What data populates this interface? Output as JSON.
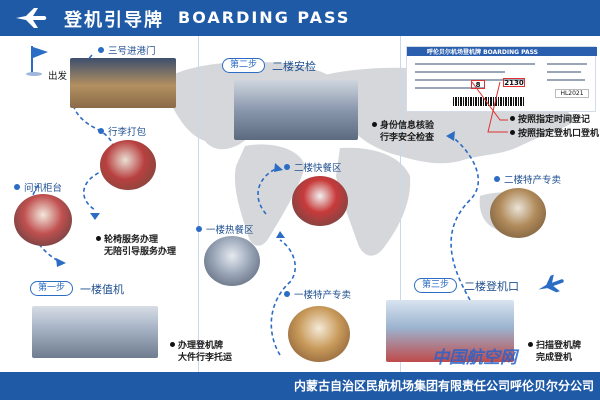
{
  "header": {
    "title_cn": "登机引导牌",
    "title_en": "BOARDING PASS"
  },
  "colors": {
    "brand_blue": "#1f5aa6",
    "accent_blue": "#2b6cc4",
    "map_gray": "#d5d7da",
    "callout_red": "#d33"
  },
  "flow": {
    "departure": "出发",
    "entrance": "三号进港门",
    "baggage_wrap": "行李打包",
    "info_desk": "问讯柜台",
    "wheelchair_lines": [
      "轮椅服务办理",
      "无陪引导服务办理"
    ],
    "step1_badge": "第一步",
    "step1_label": "一楼值机",
    "checkin_lines": [
      "办理登机牌",
      "大件行李托运"
    ],
    "step2_badge": "第二步",
    "step2_label": "二楼安检",
    "security_lines": [
      "身份信息核验",
      "行李安全检查"
    ],
    "fastfood": "二楼快餐区",
    "hotfood": "一楼热餐区",
    "specialty_1f": "一楼特产专卖",
    "specialty_2f": "二楼特产专卖",
    "step3_badge": "第三步",
    "step3_label": "二楼登机口",
    "boarding_lines": [
      "扫描登机牌",
      "完成登机"
    ],
    "boarding_pass_notes": [
      "按照指定时间登记",
      "按照指定登机口登机"
    ]
  },
  "boarding_pass": {
    "header_text": "呼伦贝尔机场登机牌  BOARDING PASS",
    "gate": "8",
    "time": "2130",
    "flight": "HL2021"
  },
  "footer": {
    "org": "内蒙古自治区民航机场集团有限责任公司呼伦贝尔分公司"
  },
  "watermark": "中国航空网"
}
